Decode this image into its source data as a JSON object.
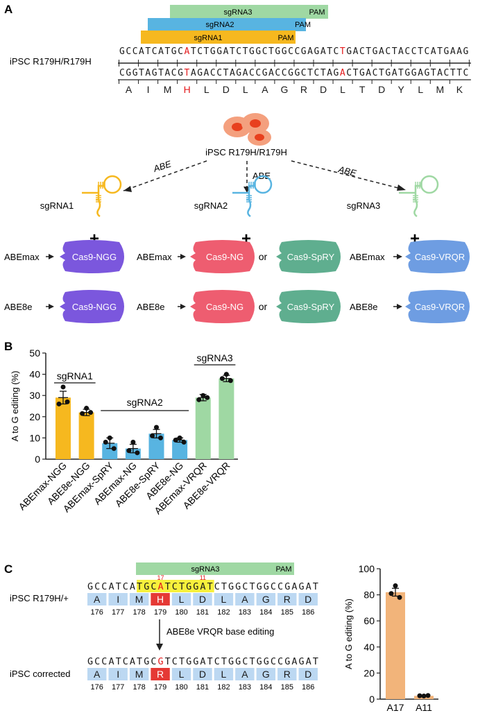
{
  "panel_letters": {
    "a": "A",
    "b": "B",
    "c": "C"
  },
  "colors": {
    "sg1": "#f6b81f",
    "sg2": "#58b4e1",
    "sg3": "#9fd8a3",
    "red": "#e41a1c",
    "ngg": "#7b57dd",
    "ng": "#ee5d70",
    "spry": "#5fae8f",
    "vrqr": "#6e9de2",
    "aa_box": "#bcd8f2",
    "aa_highlight": "#e53935",
    "yellow": "#f7f03c",
    "bar_c": "#f2b47a"
  },
  "panel_a": {
    "tracks": {
      "sgRNA3": "sgRNA3",
      "sgRNA2": "sgRNA2",
      "sgRNA1": "sgRNA1",
      "pam": "PAM"
    },
    "label": "iPSC R179H/R179H",
    "top_seq": "GCCATCATGCATCTGGATCTGGCTGGCCGAGATCTGACTGACTACCTCATGAAG",
    "bottom_seq": "CGGTAGTACGTAGACCTAGACCGACCGGCTCTAGACTGACTGATGGAGTACTTC",
    "red_positions": [
      10,
      34
    ],
    "amino_acids": [
      "A",
      "I",
      "M",
      "H",
      "L",
      "D",
      "L",
      "A",
      "G",
      "R",
      "D",
      "L",
      "T",
      "D",
      "Y",
      "L",
      "M",
      "K"
    ],
    "red_aa_index": 3
  },
  "workflow": {
    "cells_label": "iPSC R179H/R179H",
    "abe_left": "ABE",
    "abe_mid": "ABE",
    "abe_right": "ABE",
    "sg_labels": [
      "sgRNA1",
      "sgRNA2",
      "sgRNA3"
    ],
    "plus": "+",
    "abemax": "ABEmax",
    "abe8e": "ABE8e",
    "or": "or",
    "cas_ngg": "Cas9-NGG",
    "cas_ng": "Cas9-NG",
    "cas_spry": "Cas9-SpRY",
    "cas_vrqr": "Cas9-VRQR"
  },
  "chart_data": [
    {
      "type": "bar",
      "ylabel": "A to G editing (%)",
      "ylim": [
        0,
        50
      ],
      "yticks": [
        0,
        10,
        20,
        30,
        40,
        50
      ],
      "categories": [
        "ABEmax-NGG",
        "ABE8e-NGG",
        "ABEmax-SpRY",
        "ABEmax-NG",
        "ABE8e-SpRY",
        "ABE8e-NG",
        "ABEmax-VRQR",
        "ABE8e-VRQR"
      ],
      "values": [
        29.0,
        22.0,
        7.5,
        5.0,
        12.0,
        9.0,
        29.0,
        38.0
      ],
      "errors": [
        3.0,
        1.5,
        2.5,
        2.0,
        2.0,
        1.0,
        1.5,
        1.5
      ],
      "points": [
        [
          34,
          26,
          27
        ],
        [
          24,
          21.5,
          22
        ],
        [
          10,
          8,
          5
        ],
        [
          8,
          4,
          3
        ],
        [
          15,
          11,
          10
        ],
        [
          10,
          9,
          8
        ],
        [
          30,
          28,
          29
        ],
        [
          40,
          38,
          37
        ]
      ],
      "bar_groups": [
        "sgRNA1",
        "sgRNA1",
        "sgRNA2",
        "sgRNA2",
        "sgRNA2",
        "sgRNA2",
        "sgRNA3",
        "sgRNA3"
      ],
      "group_labels": {
        "g1": "sgRNA1",
        "g2": "sgRNA2",
        "g3": "sgRNA3"
      },
      "grid": false
    },
    {
      "type": "bar",
      "ylabel": "A to G editing (%)",
      "ylim": [
        0,
        100
      ],
      "yticks": [
        0,
        20,
        40,
        60,
        80,
        100
      ],
      "categories": [
        "A17",
        "A11"
      ],
      "values": [
        82,
        2.5
      ],
      "errors": [
        3,
        0.3
      ],
      "points": [
        [
          87,
          81,
          78
        ],
        [
          2.4,
          2.6,
          2.8
        ]
      ],
      "grid": false
    }
  ],
  "panel_c": {
    "track_sg3": "sgRNA3",
    "track_pam": "PAM",
    "label_top": "iPSC R179H/+",
    "label_bottom": "iPSC corrected",
    "seq_top": "GCCATCATGCATCTGGATCTGGCTGGCCGAGAT",
    "seq_bottom": "GCCATCATGCGTCTGGATCTGGCTGGCCGAGAT",
    "highlight_range": [
      7,
      17
    ],
    "red_top": 10,
    "red_bottom": 10,
    "num_17": "17",
    "num_11": "11",
    "aa_top": [
      "A",
      "I",
      "M",
      "H",
      "L",
      "D",
      "L",
      "A",
      "G",
      "R",
      "D"
    ],
    "aa_bottom": [
      "A",
      "I",
      "M",
      "R",
      "L",
      "D",
      "L",
      "A",
      "G",
      "R",
      "D"
    ],
    "positions": [
      "176",
      "177",
      "178",
      "179",
      "180",
      "181",
      "182",
      "183",
      "184",
      "185",
      "186"
    ],
    "arrow_label": "ABE8e VRQR base editing"
  }
}
